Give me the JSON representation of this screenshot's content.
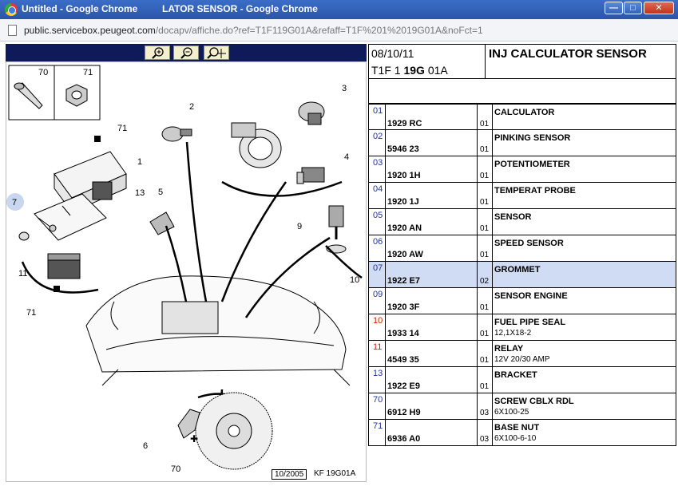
{
  "window": {
    "tab1_title": "Untitled - Google Chrome",
    "tab2_title": "LATOR SENSOR - Google Chrome",
    "min_label": "—",
    "max_label": "□",
    "close_label": "✕"
  },
  "address": {
    "url_host": "public.servicebox.peugeot.com",
    "url_path": "/docapv/affiche.do?ref=T1F119G01A&refaff=T1F%201%2019G01A&noFct=1"
  },
  "header": {
    "date": "08/10/11",
    "code_prefix": "T1F 1 ",
    "code_bold": "19G",
    "code_suffix": " 01A",
    "title": "INJ CALCULATOR SENSOR"
  },
  "drawing": {
    "footer_date": "10/2005",
    "footer_ref": "KF 19G01A",
    "callouts": [
      "70",
      "71",
      "3",
      "2",
      "71",
      "1",
      "4",
      "13",
      "5",
      "7",
      "9",
      "11",
      "10",
      "71",
      "6",
      "70"
    ]
  },
  "parts": [
    {
      "ref": "01",
      "pn": "1929 RC",
      "qty": "01",
      "name": "CALCULATOR",
      "detail": ""
    },
    {
      "ref": "02",
      "pn": "5946 23",
      "qty": "01",
      "name": "PINKING SENSOR",
      "detail": ""
    },
    {
      "ref": "03",
      "pn": "1920 1H",
      "qty": "01",
      "name": "POTENTIOMETER",
      "detail": ""
    },
    {
      "ref": "04",
      "pn": "1920 1J",
      "qty": "01",
      "name": "TEMPERAT PROBE",
      "detail": ""
    },
    {
      "ref": "05",
      "pn": "1920 AN",
      "qty": "01",
      "name": "SENSOR",
      "detail": ""
    },
    {
      "ref": "06",
      "pn": "1920 AW",
      "qty": "01",
      "name": "SPEED SENSOR",
      "detail": ""
    },
    {
      "ref": "07",
      "pn": "1922 E7",
      "qty": "02",
      "name": "GROMMET",
      "detail": ""
    },
    {
      "ref": "09",
      "pn": "1920 3F",
      "qty": "01",
      "name": "SENSOR ENGINE",
      "detail": ""
    },
    {
      "ref": "10",
      "pn": "1933 14",
      "qty": "01",
      "name": "FUEL PIPE SEAL",
      "detail": "12,1X18-2"
    },
    {
      "ref": "11",
      "pn": "4549 35",
      "qty": "01",
      "name": "RELAY",
      "detail": "12V 20/30 AMP"
    },
    {
      "ref": "13",
      "pn": "1922 E9",
      "qty": "01",
      "name": "BRACKET",
      "detail": ""
    },
    {
      "ref": "70",
      "pn": "6912 H9",
      "qty": "03",
      "name": "SCREW CBLX RDL",
      "detail": "6X100-25"
    },
    {
      "ref": "71",
      "pn": "6936 A0",
      "qty": "03",
      "name": "BASE NUT",
      "detail": "6X100-6-10"
    }
  ]
}
